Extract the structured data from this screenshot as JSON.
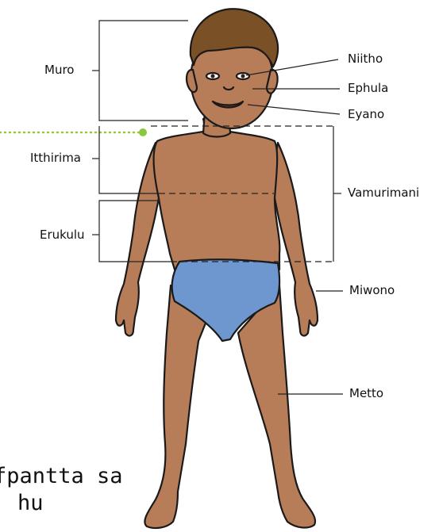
{
  "labels": {
    "muro": "Muro",
    "itthirima": "Itthirima",
    "erukulu": "Erukulu",
    "niitho": "Niitho",
    "ephula": "Ephula",
    "eyano": "Eyano",
    "vamurimani": "Vamurimani",
    "miwono": "Miwono",
    "metto": "Metto"
  },
  "caption": {
    "line1": "fpantta sa",
    "line2": "hu"
  },
  "colors": {
    "skin": "#b77c58",
    "hair": "#7a5127",
    "diaper": "#6e97cf",
    "outline": "#1a1a1a",
    "dotted_guide": "#9ac73a"
  }
}
